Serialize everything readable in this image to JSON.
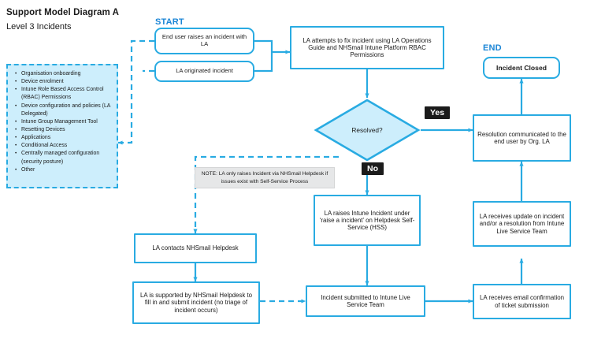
{
  "header": {
    "title": "Support Model Diagram A",
    "subtitle": "Level 3 Incidents"
  },
  "labels": {
    "start": "START",
    "end": "END",
    "yes": "Yes",
    "no": "No"
  },
  "scope_panel": {
    "name": "scope-bullet-list",
    "items": [
      "Organisation onboarding",
      "Device enrolment",
      "Intune Role Based Access Control (RBAC) Permissions",
      "Device configuration and policies (LA Delegated)",
      "Intune Group Management Tool",
      "Resetting Devices",
      "Applications",
      "Conditional Access",
      "Centrally managed configuration (security posture)",
      "Other"
    ]
  },
  "note": {
    "text": "NOTE: LA only raises Incident via NHSmail Helpdesk if issues exist with Self-Service Process"
  },
  "nodes": {
    "end_user_raises": "End user raises an incident with LA",
    "la_originated": "LA originated incident",
    "la_attempts_fix": "LA attempts to fix incident using LA Operations Guide and NHSmail Intune Platform RBAC Permissions",
    "decision": "Resolved?",
    "incident_closed": "Incident Closed",
    "resolution_communicated": "Resolution communicated to the end user by Org. LA",
    "la_raises_intune": "LA raises Intune Incident under ‘raise a incident’ on Helpdesk Self-Service (HSS)",
    "la_receives_update": "LA receives update on incident and/or a resolution from Intune Live Service Team",
    "la_contacts_helpdesk": "LA contacts NHSmail Helpdesk",
    "la_supported_by_helpdesk": "LA is supported by NHSmail Helpdesk to fill in and submit incident (no triage of incident occurs)",
    "incident_submitted": "Incident submitted to Intune Live Service Team",
    "la_receives_email": "LA receives email confirmation of ticket submission"
  },
  "colors": {
    "accent": "#29ABE2",
    "accent_label": "#1C86D6",
    "panel_fill": "#cdeefc",
    "note_fill": "#e6e7e8",
    "chip_bg": "#1b1b1b",
    "text": "#1a1a1a"
  }
}
